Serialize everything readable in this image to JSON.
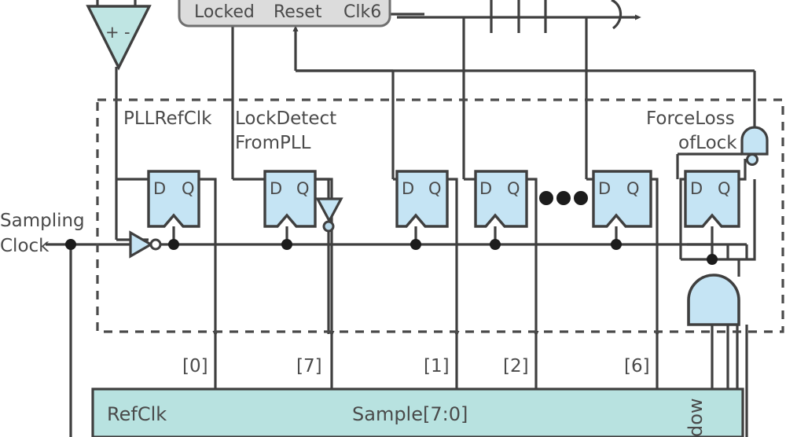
{
  "diagram": {
    "title_labels": {
      "pll_ref_clk": "PLLRefClk",
      "lock_detect_l1": "LockDetect",
      "lock_detect_l2": "FromPLL",
      "force_loss_l1": "ForceLoss",
      "force_loss_l2": "ofLock",
      "sampling_l1": "Sampling",
      "sampling_l2": "Clock"
    },
    "top_block": {
      "name": "pll-status-block",
      "ports": [
        "Locked",
        "Reset",
        "Clk6"
      ]
    },
    "comparator": {
      "name": "comparator",
      "plus": "+",
      "minus": "-"
    },
    "flipflops": [
      {
        "id": "ff-0",
        "d": "D",
        "q": "Q"
      },
      {
        "id": "ff-7",
        "d": "D",
        "q": "Q"
      },
      {
        "id": "ff-1",
        "d": "D",
        "q": "Q"
      },
      {
        "id": "ff-2",
        "d": "D",
        "q": "Q"
      },
      {
        "id": "ff-6",
        "d": "D",
        "q": "Q"
      },
      {
        "id": "ff-last",
        "d": "D",
        "q": "Q"
      }
    ],
    "bit_taps": [
      "[0]",
      "[7]",
      "[1]",
      "[2]",
      "[6]"
    ],
    "bottom_bar": {
      "name": "sample-bar",
      "left_label": "RefClk",
      "center_label": "Sample[7:0]",
      "rotated_label": "dow"
    },
    "ellipsis": "•••",
    "colors": {
      "ff_fill": "#c5e4f4",
      "gate_fill": "#c5e4f4",
      "comparator_fill": "#bfe5e3",
      "bar_fill": "#b8e2e0",
      "block_fill": "#dcdcdc",
      "wire": "#3f3f3f",
      "text": "#4a4a4a",
      "dash": "#4a4a4a"
    }
  }
}
